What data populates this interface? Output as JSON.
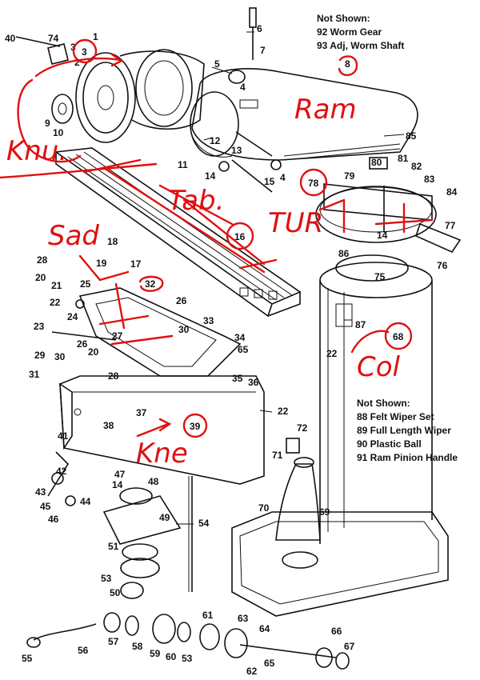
{
  "notes_top": {
    "heading": "Not Shown:",
    "items": [
      "92  Worm Gear",
      "93  Adj, Worm Shaft"
    ]
  },
  "notes_mid": {
    "heading": "Not Shown:",
    "items": [
      "88  Felt Wiper Set",
      "89  Full Length Wiper",
      "90  Plastic Ball",
      "91  Ram Pinion Handle"
    ]
  },
  "handwritten": {
    "knu": "Knu.",
    "ram": "Ram",
    "tab": "Tab.",
    "sad": "Sad",
    "tur": "TUR",
    "col": "Col",
    "kne": "Kne"
  },
  "circled_numbers": [
    "3",
    "8",
    "16",
    "32",
    "78",
    "68",
    "39"
  ],
  "part_numbers": [
    "40",
    "74",
    "3",
    "1",
    "2",
    "6",
    "7",
    "5",
    "4",
    "9",
    "10",
    "11",
    "12",
    "13",
    "14",
    "15",
    "4",
    "85",
    "80",
    "81",
    "79",
    "82",
    "83",
    "84",
    "77",
    "14",
    "76",
    "86",
    "75",
    "18",
    "19",
    "17",
    "28",
    "20",
    "21",
    "25",
    "22",
    "24",
    "23",
    "26",
    "33",
    "27",
    "30",
    "29",
    "30",
    "26",
    "20",
    "28",
    "31",
    "34",
    "65",
    "22",
    "35",
    "36",
    "87",
    "38",
    "37",
    "22",
    "72",
    "71",
    "41",
    "42",
    "43",
    "45",
    "44",
    "46",
    "47",
    "14",
    "48",
    "49",
    "54",
    "70",
    "69",
    "51",
    "53",
    "50",
    "55",
    "56",
    "57",
    "58",
    "59",
    "60",
    "53",
    "61",
    "63",
    "64",
    "65",
    "62",
    "66",
    "67"
  ]
}
